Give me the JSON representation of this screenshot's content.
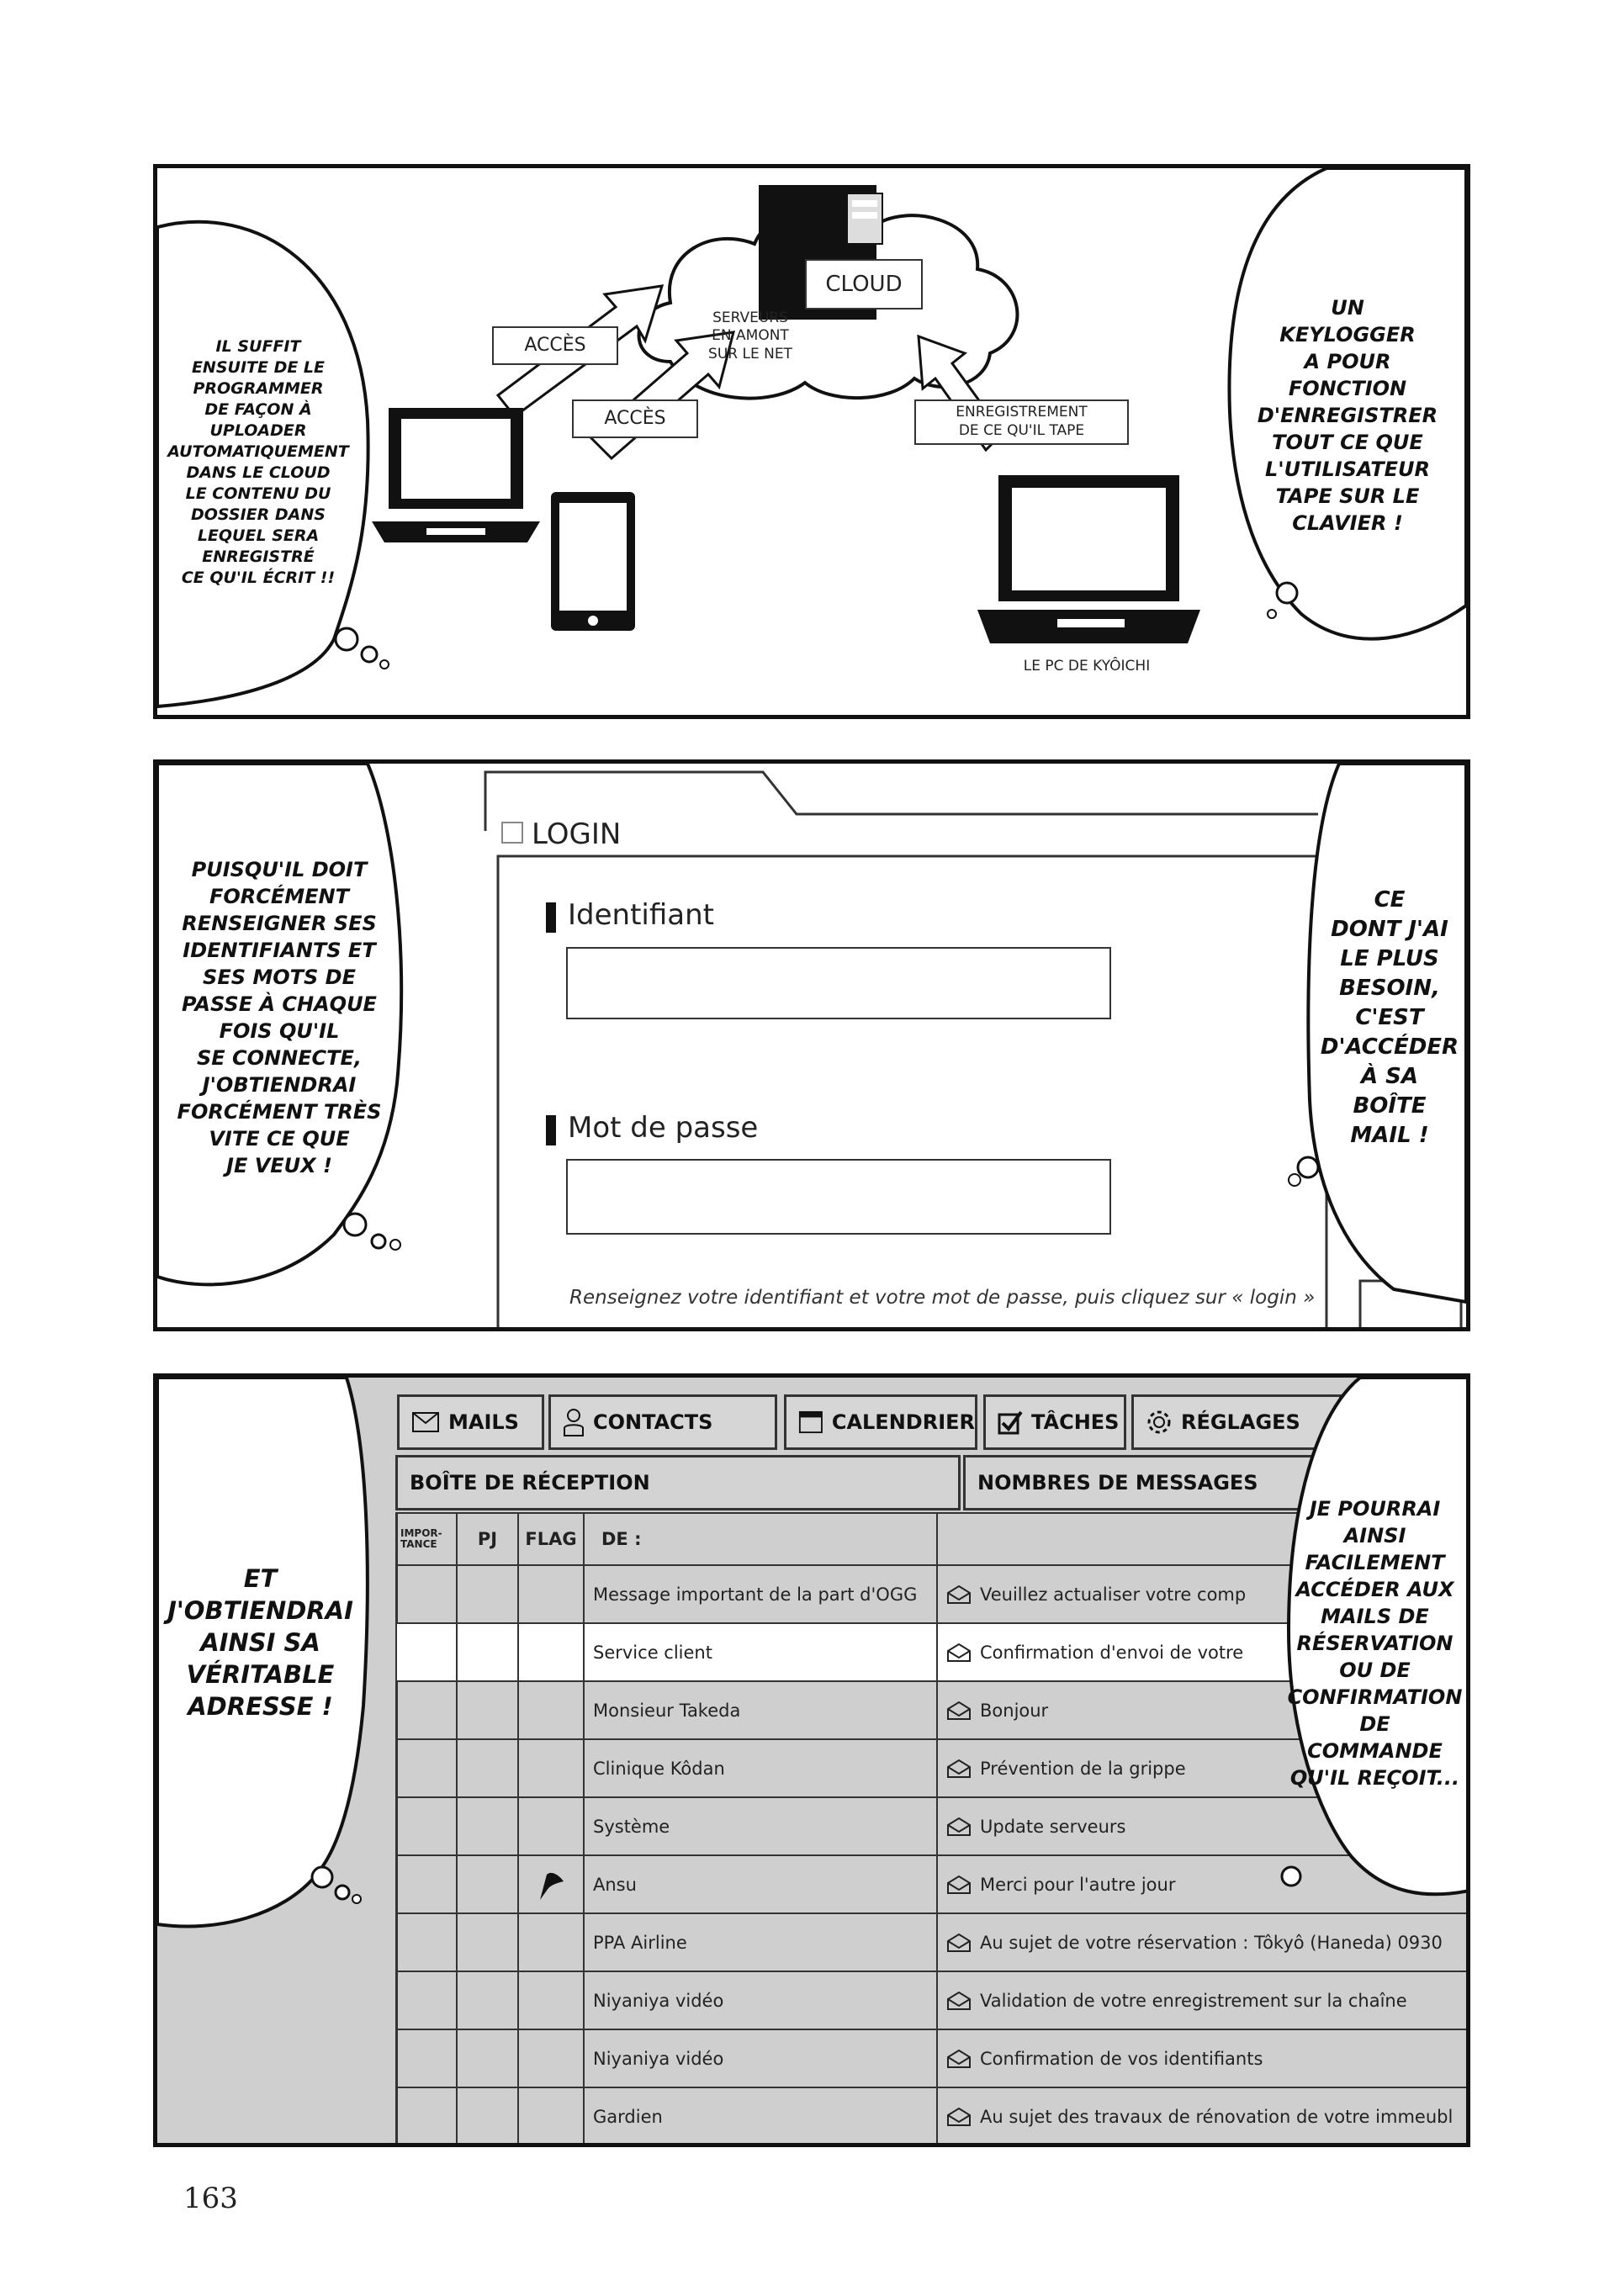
{
  "panel1": {
    "left_thought": "IL SUFFIT\nENSUITE DE LE\nPROGRAMMER\nDE FAÇON À\nUPLOADER\nAUTOMATIQUEMENT\nDANS LE CLOUD\nLE CONTENU DU\nDOSSIER DANS\nLEQUEL SERA\nENREGISTRÉ\nCE QU'IL ÉCRIT !!",
    "right_thought": "UN\nKEYLOGGER\nA POUR\nFONCTION\nD'ENREGISTRER\nTOUT CE QUE\nL'UTILISATEUR\nTAPE SUR LE\nCLAVIER !",
    "cloud_label": "CLOUD",
    "servers_label": "SERVEURS\nEN AMONT\nSUR LE NET",
    "access_label_1": "ACCÈS",
    "access_label_2": "ACCÈS",
    "record_label": "ENREGISTREMENT\nDE CE QU'IL TAPE",
    "pc_caption": "LE PC DE KYÔICHI"
  },
  "panel2": {
    "left_thought": "PUISQU'IL DOIT\nFORCÉMENT\nRENSEIGNER SES\nIDENTIFIANTS ET\nSES MOTS DE\nPASSE À CHAQUE\nFOIS QU'IL\nSE CONNECTE,\nJ'OBTIENDRAI\nFORCÉMENT TRÈS\nVITE CE QUE\nJE VEUX !",
    "right_thought": "CE\nDONT J'AI\nLE PLUS\nBESOIN,\nC'EST\nD'ACCÉDER\nÀ SA\nBOÎTE\nMAIL !",
    "login_title": "LOGIN",
    "id_label": "Identifiant",
    "pw_label": "Mot de passe",
    "hint": "Renseignez votre identifiant et votre mot de passe, puis cliquez sur « login »"
  },
  "panel3": {
    "left_thought": "ET\nJ'OBTIENDRAI\nAINSI SA\nVÉRITABLE\nADRESSE !",
    "right_thought": "JE POURRAI\nAINSI\nFACILEMENT\nACCÉDER AUX\nMAILS DE\nRÉSERVATION\nOU DE\nCONFIRMATION\nDE\nCOMMANDE\nQU'IL REÇOIT...",
    "tabs": [
      "MAILS",
      "CONTACTS",
      "CALENDRIER",
      "TÂCHES",
      "RÉGLAGES"
    ],
    "inbox_header": "BOÎTE DE RÉCEPTION",
    "count_header": "NOMBRES DE MESSAGES",
    "col_importance": "IMPOR-\nTANCE",
    "col_pj": "PJ",
    "col_flag": "FLAG",
    "col_from": "DE :",
    "rows": [
      {
        "from": "Message important de la part d'OGG",
        "subject": "Veuillez actualiser votre comp"
      },
      {
        "from": "Service client",
        "subject": "Confirmation d'envoi de votre"
      },
      {
        "from": "Monsieur Takeda",
        "subject": "Bonjour"
      },
      {
        "from": "Clinique Kôdan",
        "subject": "Prévention de la grippe"
      },
      {
        "from": "Système",
        "subject": "Update serveurs"
      },
      {
        "from": "Ansu",
        "subject": "Merci pour l'autre jour"
      },
      {
        "from": "PPA Airline",
        "subject": "Au sujet de votre réservation : Tôkyô (Haneda) 0930"
      },
      {
        "from": "Niyaniya vidéo",
        "subject": "Validation de votre enregistrement sur la chaîne"
      },
      {
        "from": "Niyaniya vidéo",
        "subject": "Confirmation de vos identifiants"
      },
      {
        "from": "Gardien",
        "subject": "Au sujet des travaux de rénovation de votre immeubl"
      }
    ]
  },
  "page_number": "163"
}
